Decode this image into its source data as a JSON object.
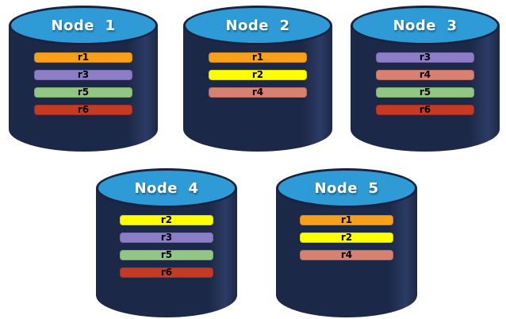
{
  "nodes": [
    {
      "name": "Node  1",
      "replicas": [
        {
          "label": "r1",
          "color": "#F9A01B"
        },
        {
          "label": "r3",
          "color": "#8C7EC6"
        },
        {
          "label": "r5",
          "color": "#92C783"
        },
        {
          "label": "r6",
          "color": "#C43A22"
        }
      ]
    },
    {
      "name": "Node  2",
      "replicas": [
        {
          "label": "r1",
          "color": "#F9A01B"
        },
        {
          "label": "r2",
          "color": "#FFFF00"
        },
        {
          "label": "r4",
          "color": "#D98170"
        }
      ]
    },
    {
      "name": "Node  3",
      "replicas": [
        {
          "label": "r3",
          "color": "#8C7EC6"
        },
        {
          "label": "r4",
          "color": "#D98170"
        },
        {
          "label": "r5",
          "color": "#92C783"
        },
        {
          "label": "r6",
          "color": "#C43A22"
        }
      ]
    },
    {
      "name": "Node  4",
      "replicas": [
        {
          "label": "r2",
          "color": "#FFFF00"
        },
        {
          "label": "r3",
          "color": "#8C7EC6"
        },
        {
          "label": "r5",
          "color": "#92C783"
        },
        {
          "label": "r6",
          "color": "#C43A22"
        }
      ]
    },
    {
      "name": "Node  5",
      "replicas": [
        {
          "label": "r1",
          "color": "#F9A01B"
        },
        {
          "label": "r2",
          "color": "#FFFF00"
        },
        {
          "label": "r4",
          "color": "#D98170"
        }
      ]
    }
  ],
  "colors": {
    "cylinder_body": "#1C2847",
    "cylinder_top": "#2E9BD6",
    "cylinder_outline": "#17233F",
    "title_text": "#FFFFFF",
    "bar_text": "#000000",
    "background": "#FFFFFF"
  }
}
